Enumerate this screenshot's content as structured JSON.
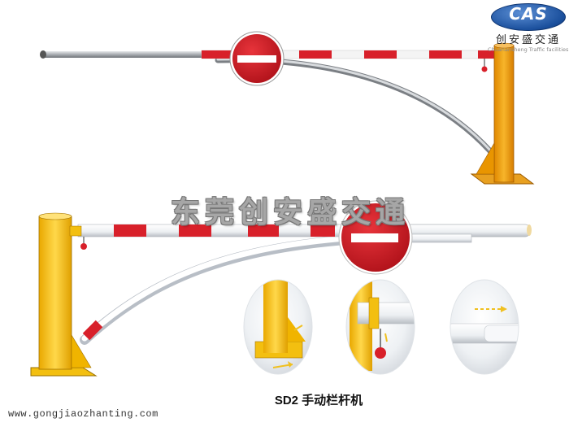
{
  "logo": {
    "badge_text": "CAS",
    "chinese_name": "创安盛交通",
    "english_name": "Chuanansheng Traffic facilities"
  },
  "watermark": "东莞创安盛交通",
  "caption": "SD2  手动栏杆机",
  "website": "www.gongjiaozhanting.com",
  "colors": {
    "post_orange": "#f0a400",
    "post_yellow": "#f7c400",
    "boom_red": "#d8202a",
    "boom_white": "#f4f4f4",
    "steel": "#b8bcc0",
    "sign_red": "#c8161e",
    "detail_arrow": "#f0c020"
  },
  "icons": [
    "no-entry-sign-icon",
    "no-entry-sign-icon"
  ]
}
